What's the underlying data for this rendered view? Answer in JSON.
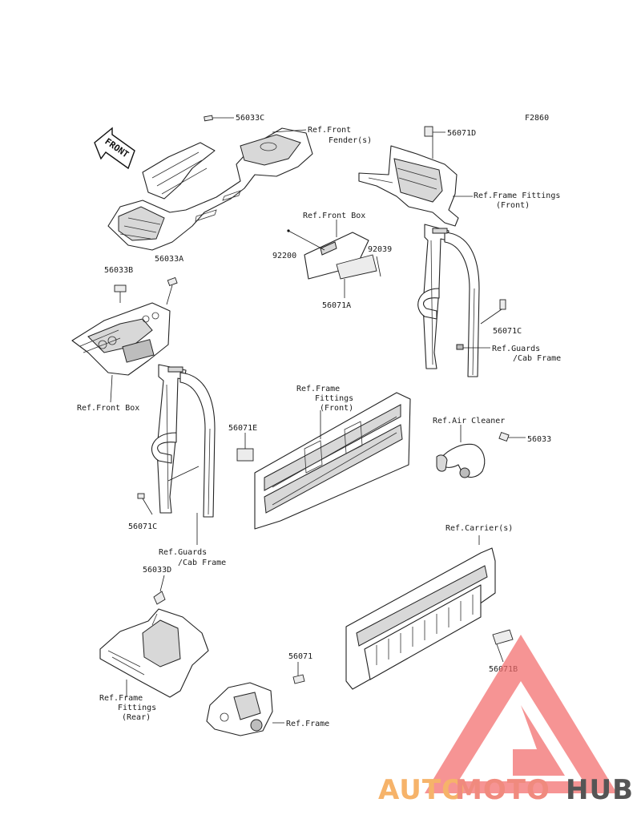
{
  "diagram_code": "F2860",
  "front_arrow_text": "FRONT",
  "labels": {
    "p56033C": "56033C",
    "ref_front_fender_1": "Ref.Front",
    "ref_front_fender_2": "Fender(s)",
    "p56071D": "56071D",
    "ref_frame_fittings_front_a_1": "Ref.Frame Fittings",
    "ref_frame_fittings_front_a_2": "(Front)",
    "ref_front_box_top": "Ref.Front Box",
    "p92200": "92200",
    "p92039": "92039",
    "p56071A": "56071A",
    "p56033B": "56033B",
    "p56033A": "56033A",
    "p56071C_right": "56071C",
    "ref_guards_right_1": "Ref.Guards",
    "ref_guards_right_2": "/Cab Frame",
    "ref_front_box_left": "Ref.Front Box",
    "ref_frame_fittings_front_b_1": "Ref.Frame",
    "ref_frame_fittings_front_b_2": "Fittings",
    "ref_frame_fittings_front_b_3": "(Front)",
    "ref_air_cleaner": "Ref.Air Cleaner",
    "p56071E": "56071E",
    "p56033": "56033",
    "p56071C_left": "56071C",
    "ref_guards_left_1": "Ref.Guards",
    "ref_guards_left_2": "/Cab Frame",
    "ref_carriers": "Ref.Carrier(s)",
    "p56033D": "56033D",
    "p56071": "56071",
    "p56071B": "56071B",
    "ref_frame_fittings_rear_1": "Ref.Frame",
    "ref_frame_fittings_rear_2": "Fittings",
    "ref_frame_fittings_rear_3": "(Rear)",
    "ref_frame": "Ref.Frame"
  },
  "watermark": {
    "word_1": "AUTO",
    "word_2": "MOTO",
    "word_3": "HUB",
    "color_1": "#f6b36a",
    "color_2": "#f08a7e",
    "color_3": "#555555",
    "logo_color": "#f26b6b"
  }
}
